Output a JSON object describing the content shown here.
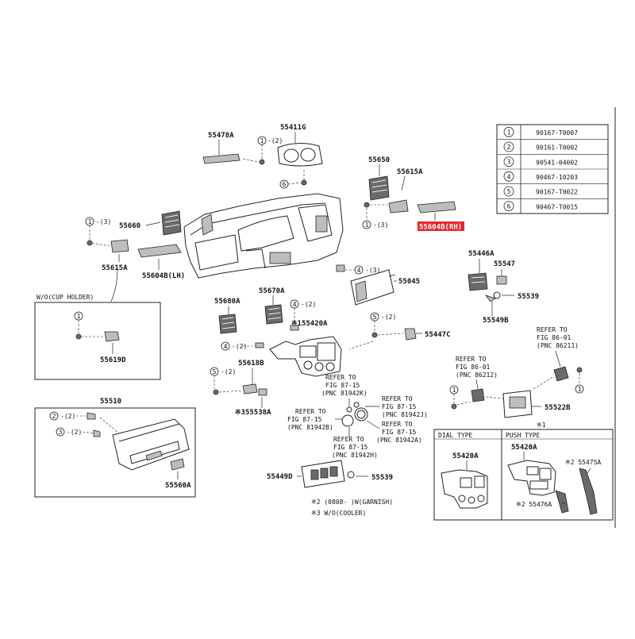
{
  "legend": {
    "rows": [
      {
        "num": "1",
        "code": "90167-T0007"
      },
      {
        "num": "2",
        "code": "90161-T0002"
      },
      {
        "num": "3",
        "code": "90541-04002"
      },
      {
        "num": "4",
        "code": "90467-10203"
      },
      {
        "num": "5",
        "code": "90167-T0022"
      },
      {
        "num": "6",
        "code": "90467-T0015"
      }
    ]
  },
  "labels": {
    "p55478A": "55478A",
    "p55411G": "55411G",
    "p55650": "55650",
    "p55615A_top": "55615A",
    "p55604B_RH": "55604B(RH)",
    "p55660": "55660",
    "p55615A_left": "55615A",
    "p55604B_LH": "55604B(LH)",
    "p55446A": "55446A",
    "p55547": "55547",
    "p55539_right": "55539",
    "p55549B": "55549B",
    "p55045": "55045",
    "p55680A": "55680A",
    "p55670A": "55670A",
    "p55420A_main": "※155420A",
    "p55447C": "55447C",
    "p55618B": "55618B",
    "p55538A": "※355538A",
    "p55619D": "55619D",
    "p55510": "55510",
    "p55560A": "55560A",
    "p55449D": "55449D",
    "p55539_bottom": "55539",
    "p55522B": "55522B",
    "dial_55420A": "55420A",
    "push_55420A": "55420A",
    "push_55475A": "※2 55475A",
    "push_55476A": "※2 55476A",
    "note_star1": "※1"
  },
  "callouts": {
    "c1": "1",
    "c2": "2",
    "c3": "3",
    "c4": "4",
    "c5": "5",
    "c6": "6"
  },
  "refs": {
    "ref_86_01_211": [
      "REFER TO",
      "FIG 86-01",
      "(PNC 86211)"
    ],
    "ref_86_01_212": [
      "REFER TO",
      "FIG 86-01",
      "(PNC 86212)"
    ],
    "ref_81942K": [
      "REFER TO",
      "FIG 87-15",
      "(PNC 81942K)"
    ],
    "ref_81942J": [
      "REFER TO",
      "FIG 87-15",
      "(PNC 81942J)"
    ],
    "ref_81942B": [
      "REFER TO",
      "FIG 87-15",
      "(PNC 81942B)"
    ],
    "ref_81942A": [
      "REFER TO",
      "FIG 87-15",
      "(PNC 81942A)"
    ],
    "ref_81942H": [
      "REFER TO",
      "FIG 87-15",
      "(PNC 81942H)"
    ]
  },
  "boxes": {
    "cup_holder": "W/O(CUP HOLDER)",
    "dial_type": "DIAL TYPE",
    "push_type": "PUSH TYPE"
  },
  "notes": {
    "note2": "※2 (0808-    )W(GARNISH)",
    "note3": "※3 W/O(COOLER)"
  }
}
